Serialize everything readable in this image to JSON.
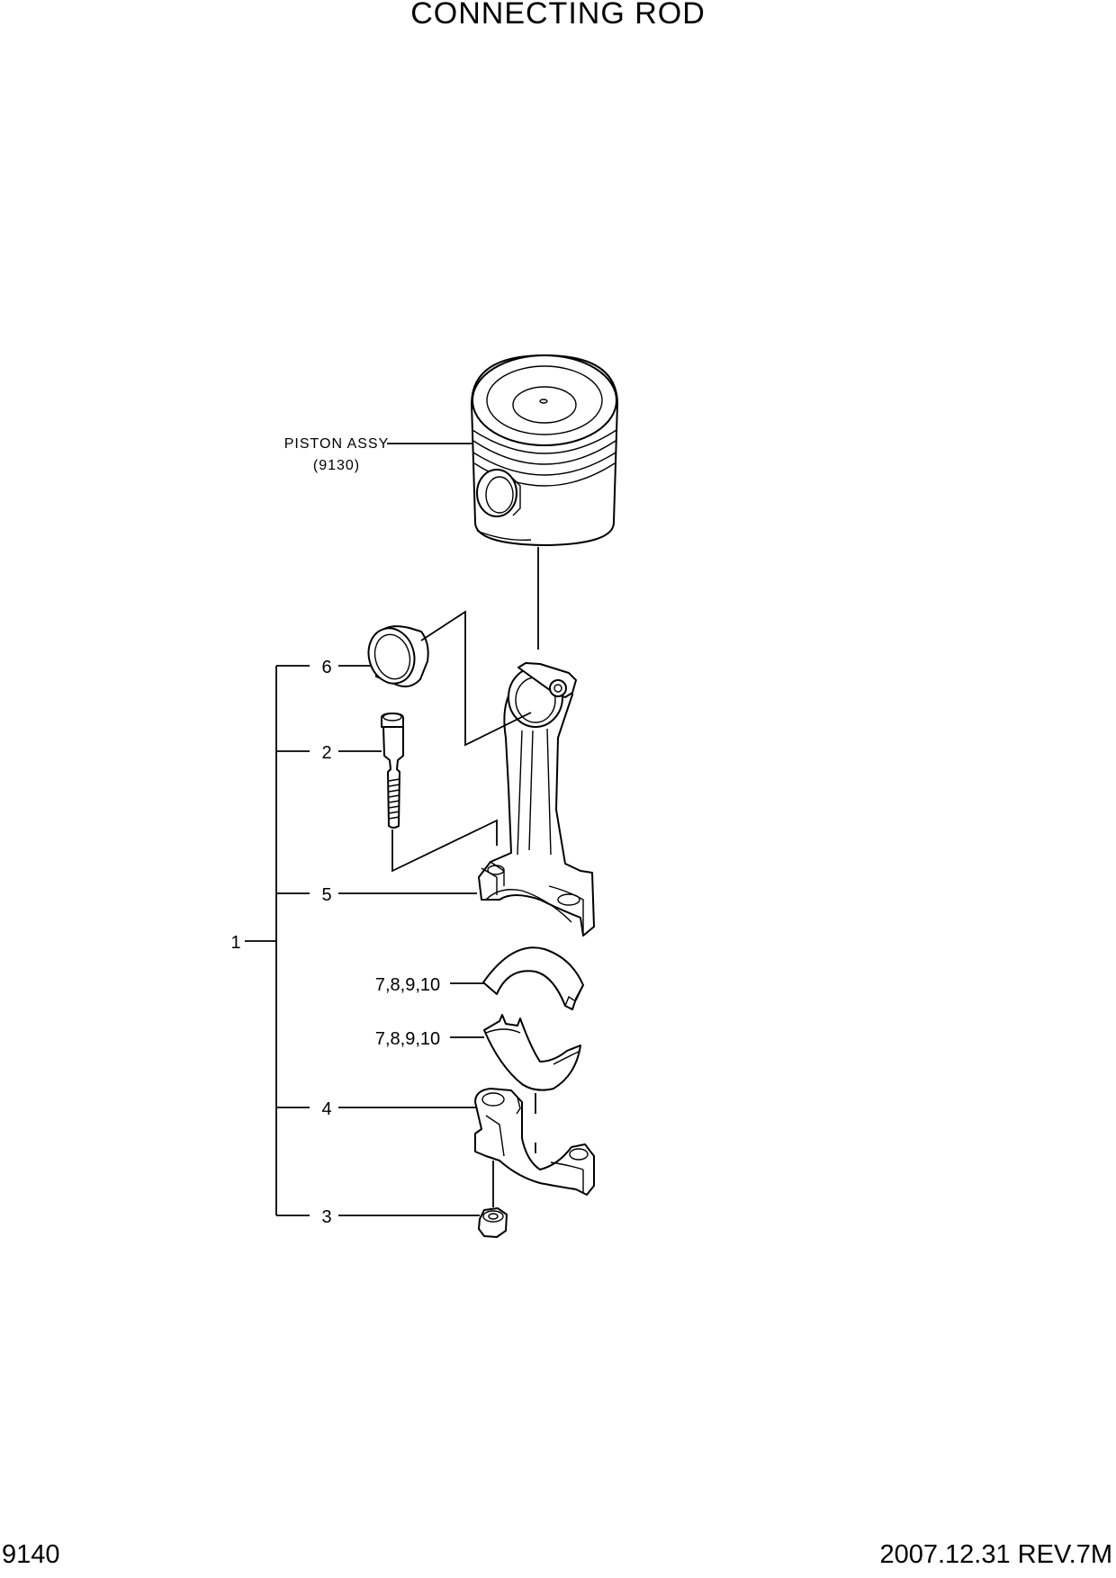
{
  "title": "CONNECTING ROD",
  "footer": {
    "page_number": "9140",
    "revision": "2007.12.31  REV.7M"
  },
  "callouts": {
    "piston_assy_line1": "PISTON ASSY",
    "piston_assy_line2": "(9130)",
    "item_1": "1",
    "item_2": "2",
    "item_3": "3",
    "item_4": "4",
    "item_5": "5",
    "item_6": "6",
    "bearing_upper": "7,8,9,10",
    "bearing_lower": "7,8,9,10"
  }
}
